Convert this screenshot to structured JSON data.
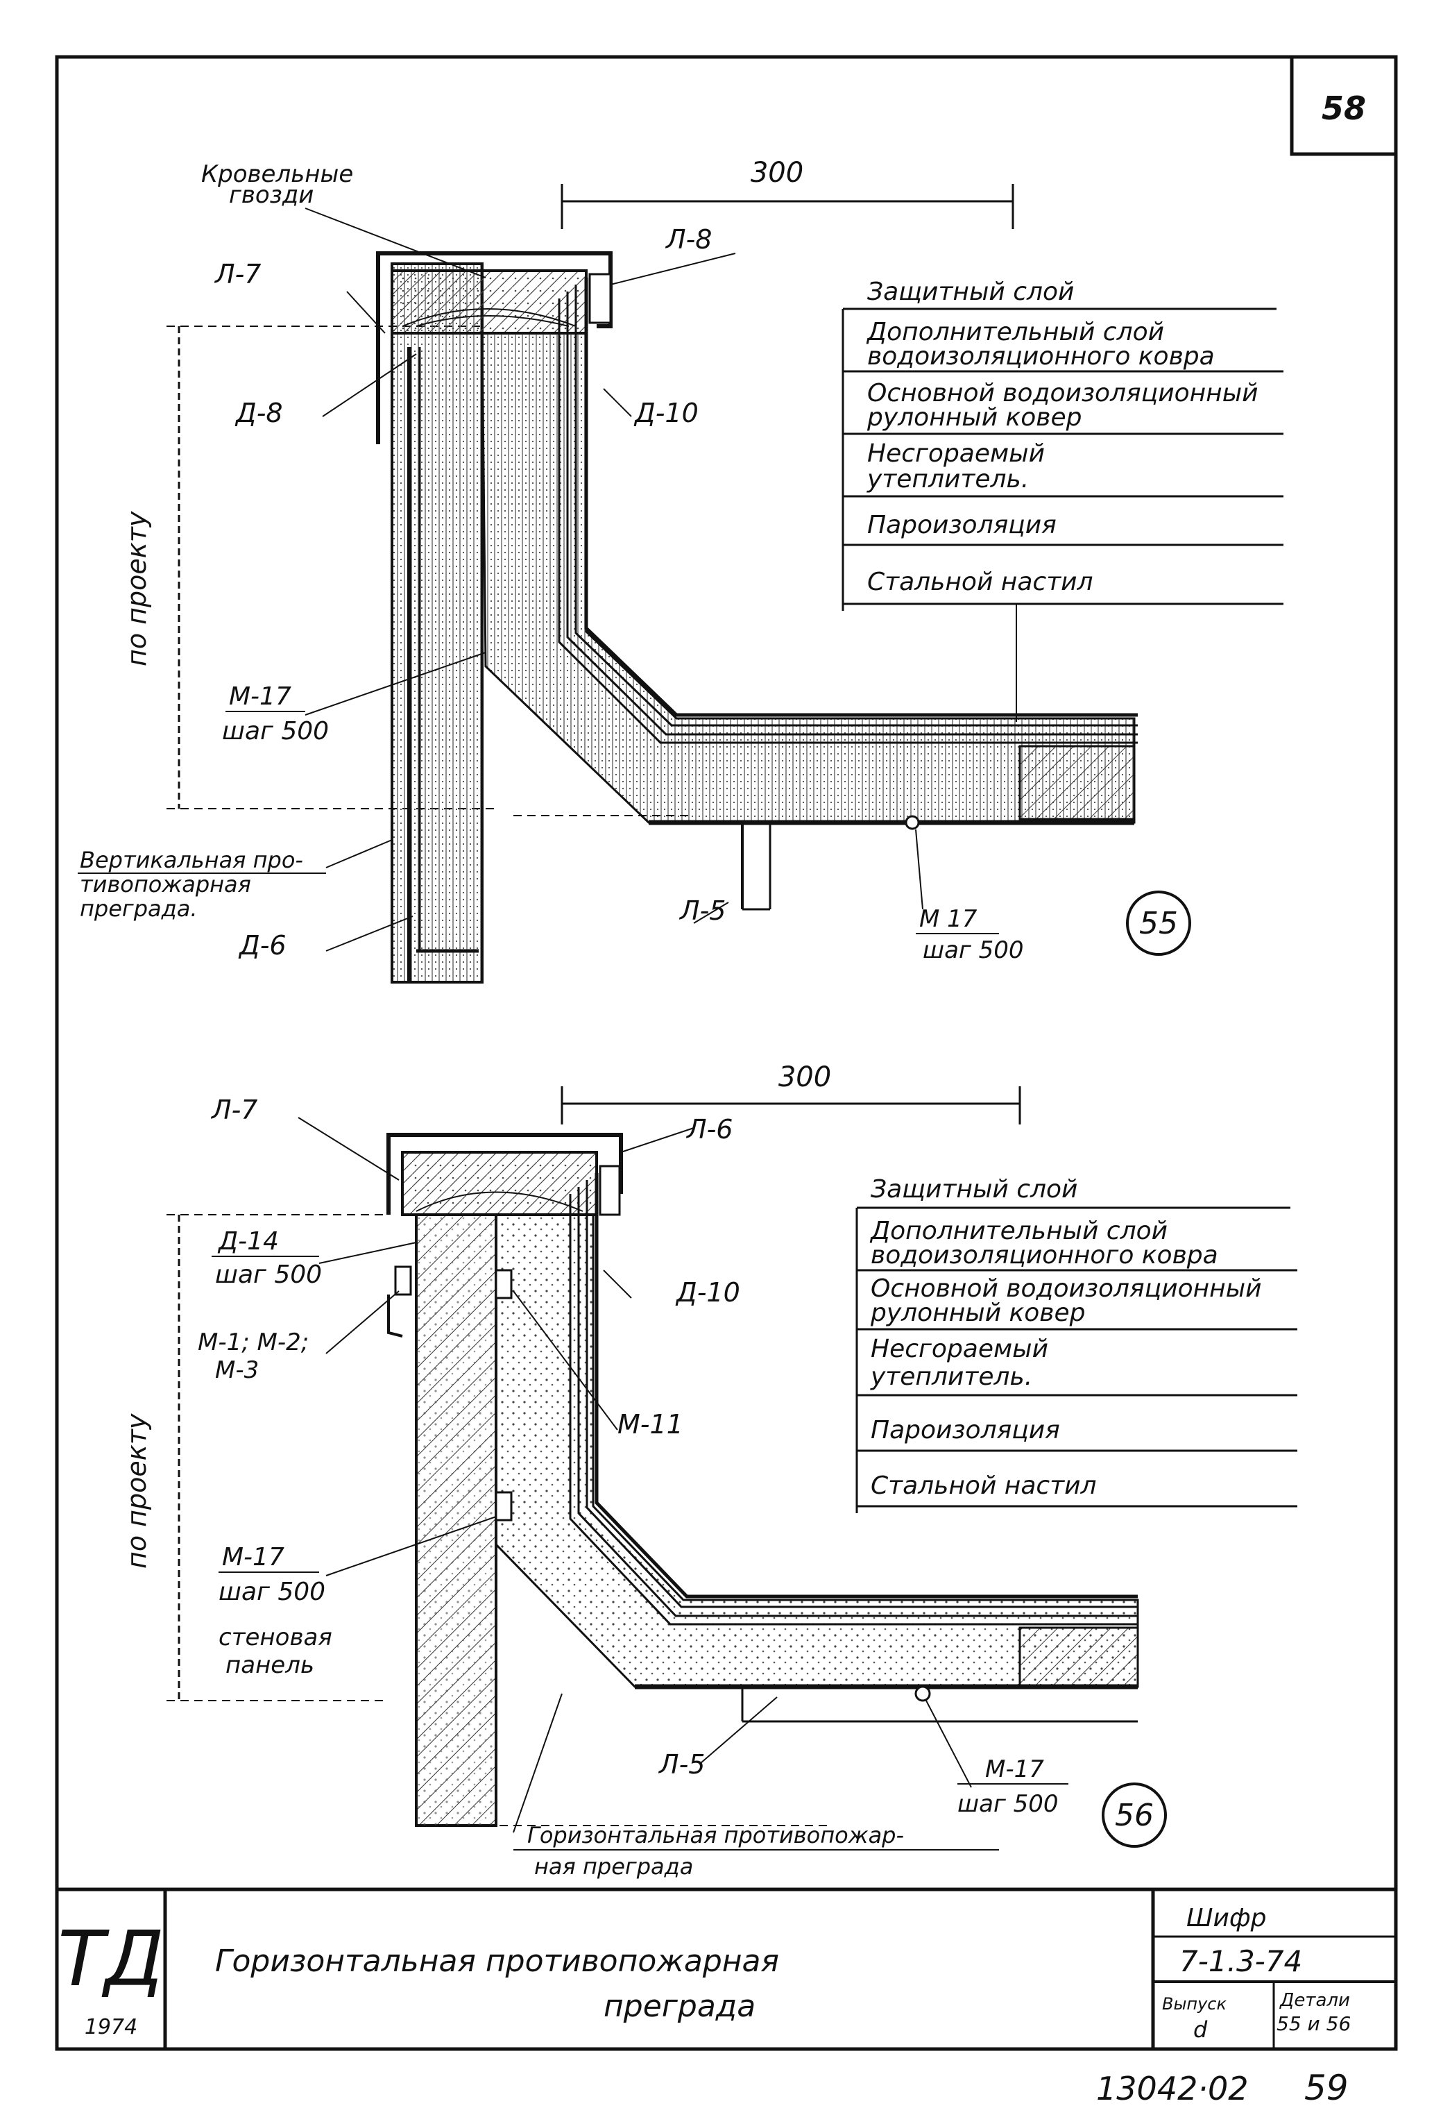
{
  "sheet": {
    "sheet_number": "58",
    "detail_55": "55",
    "detail_56": "56",
    "dim_300": "300",
    "footer_code": "13042·02",
    "footer_page": "59"
  },
  "detail1": {
    "label_nails_1": "Кровельные",
    "label_nails_2": "гвозди",
    "label_L7": "Л-7",
    "label_L8": "Л-8",
    "label_D8": "Д-8",
    "label_D10": "Д-10",
    "label_M17": "М-17",
    "label_step500": "шаг 500",
    "label_vbarrier_1": "Вертикальная про-",
    "label_vbarrier_2": "тивопожарная",
    "label_vbarrier_3": "преграда.",
    "label_D6": "Д-6",
    "label_L5": "Л-5",
    "label_M17b": "М 17",
    "label_step500b": "шаг 500",
    "label_by_project": "по проекту",
    "layers": [
      "Защитный слой",
      "Дополнительный слой",
      "водоизоляционного ковра",
      "Основной водоизоляционный",
      "рулонный ковер",
      "Несгораемый",
      "утеплитель.",
      "Пароизоляция",
      "Стальной настил"
    ]
  },
  "detail2": {
    "label_L7": "Л-7",
    "label_L6": "Л-6",
    "label_D14": "Д-14",
    "label_step500": "шаг 500",
    "label_D10": "Д-10",
    "label_M123_1": "М-1; М-2;",
    "label_M123_2": "М-3",
    "label_M11": "М-11",
    "label_M17": "М-17",
    "label_step500b": "шаг 500",
    "label_panel_1": "стеновая",
    "label_panel_2": "панель",
    "label_L5": "Л-5",
    "label_M17b": "М-17",
    "label_step500c": "шаг 500",
    "label_hbarrier_1": "Горизонтальная противопожар-",
    "label_hbarrier_2": "ная преграда",
    "label_by_project": "по проекту",
    "layers": [
      "Защитный слой",
      "Дополнительный слой",
      "водоизоляционного ковра",
      "Основной водоизоляционный",
      "рулонный ковер",
      "Несгораемый",
      "утеплитель.",
      "Пароизоляция",
      "Стальной настил"
    ]
  },
  "title_block": {
    "logo": "ТД",
    "logo_sub": "1974",
    "title_1": "Горизонтальная противопожарная",
    "title_2": "преграда",
    "series_label": "Шифр",
    "series_value": "7-1.3-74",
    "issue_label": "Выпуск",
    "issue_value": "d",
    "detail_label": "Детали",
    "detail_value": "55 и 56"
  }
}
